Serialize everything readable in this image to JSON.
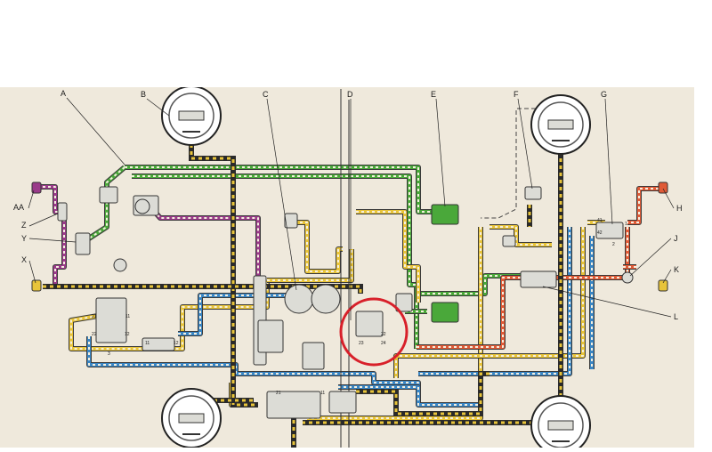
{
  "colors": {
    "paper": "#efe9dc",
    "green": "#4aa83a",
    "yellow": "#e8c43a",
    "blue": "#3a86c4",
    "purple": "#9a3a8a",
    "orange": "#e05a36",
    "dash": "#2a2a2a",
    "highlight": "#d8202a",
    "part": "#dcdcd6"
  },
  "labels": {
    "A": "A",
    "B": "B",
    "C": "C",
    "D": "D",
    "E": "E",
    "F": "F",
    "G": "G",
    "H": "H",
    "J": "J",
    "K": "K",
    "L": "L",
    "X": "X",
    "Y": "Y",
    "Z": "Z",
    "AA": "AA"
  },
  "ports": {
    "p21a": "21",
    "p11a": "11",
    "p22a": "22",
    "p12a": "12",
    "p3a": "3",
    "p11b": "11",
    "p12b": "12",
    "p23": "23",
    "p24": "24",
    "p22b": "22",
    "p41": "41",
    "p42": "42",
    "p1": "1",
    "p2": "2",
    "p21b": "21",
    "p11c": "11"
  },
  "highlight": {
    "shape": "circle"
  }
}
